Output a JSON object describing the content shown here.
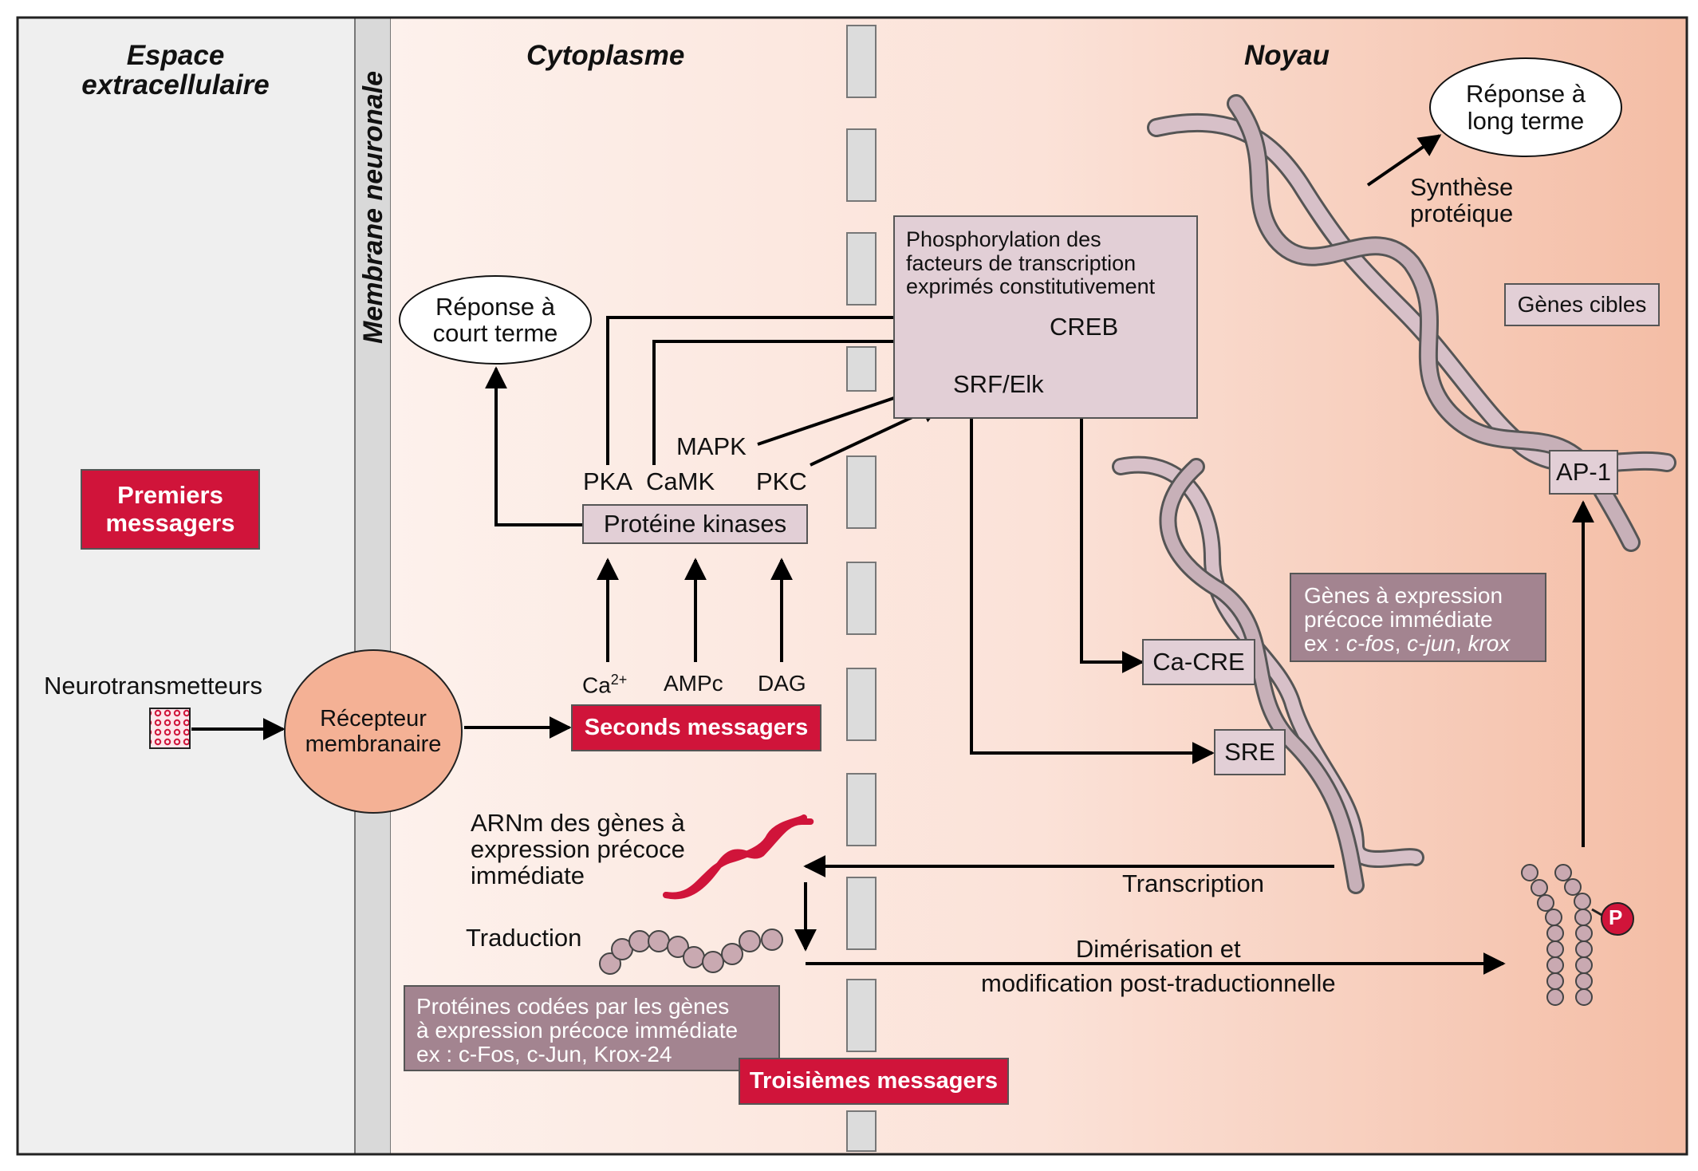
{
  "zones": {
    "extracellular": "Espace extracellulaire",
    "membrane": "Membrane neuronale",
    "cytoplasm": "Cytoplasme",
    "nucleus": "Noyau"
  },
  "messengers": {
    "first": "Premiers messagers",
    "second": "Seconds messagers",
    "third": "Troisièmes messagers"
  },
  "neurotransmitters": "Neurotransmetteurs",
  "receptor": {
    "line1": "Récepteur",
    "line2": "membranaire"
  },
  "second_messengers": {
    "ca": "Ca",
    "ca_sup": "2+",
    "ampc": "AMPc",
    "dag": "DAG"
  },
  "kinases": {
    "box": "Protéine kinases",
    "pka": "PKA",
    "camk": "CaMK",
    "pkc": "PKC",
    "mapk": "MAPK"
  },
  "short_term_response": {
    "line1": "Réponse à",
    "line2": "court terme"
  },
  "long_term_response": {
    "line1": "Réponse à",
    "line2": "long terme"
  },
  "phospho_box": {
    "line1": "Phosphorylation des",
    "line2": "facteurs de transcription",
    "line3": "exprimés constitutivement",
    "creb": "CREB",
    "srf": "SRF/Elk"
  },
  "genes": {
    "target_genes": "Gènes cibles",
    "ieg_line1": "Gènes à expression",
    "ieg_line2": "précoce immédiate",
    "ieg_ex_prefix": "ex : ",
    "ieg_ex_cfos": "c-fos",
    "ieg_ex_cjun": "c-jun",
    "ieg_ex_krox": "krox",
    "ieg_ex_sep": ", ",
    "ca_cre": "Ca-CRE",
    "sre": "SRE",
    "ap1": "AP-1"
  },
  "protein_synthesis": {
    "line1": "Synthèse",
    "line2": "protéique"
  },
  "mrna": {
    "line1": "ARNm des gènes à",
    "line2": "expression précoce",
    "line3": "immédiate"
  },
  "translation": "Traduction",
  "transcription": "Transcription",
  "dimerisation": {
    "line1": "Dimérisation et",
    "line2": "modification post-traductionnelle"
  },
  "ieg_proteins": {
    "line1": "Protéines codées par les gènes",
    "line2": "à expression précoce immédiate",
    "line3": "ex : c-Fos, c-Jun, Krox-24"
  },
  "phospho_mark": "P",
  "colors": {
    "messenger_red": "#d0143a",
    "box_lilac": "#e2cfd6",
    "box_mauve": "#a38490",
    "receptor_salmon": "#f4b195",
    "extracellular_grey": "#efefef",
    "cytoplasm_gradient_start": "#fdf0ea",
    "nucleus_gradient_end": "#f4bea6"
  },
  "icons": [
    "neurotransmitter-dots-icon",
    "dna-helix-icon",
    "mrna-wave-icon",
    "protein-beads-icon",
    "phosphate-icon",
    "nuclear-pore-icon"
  ]
}
